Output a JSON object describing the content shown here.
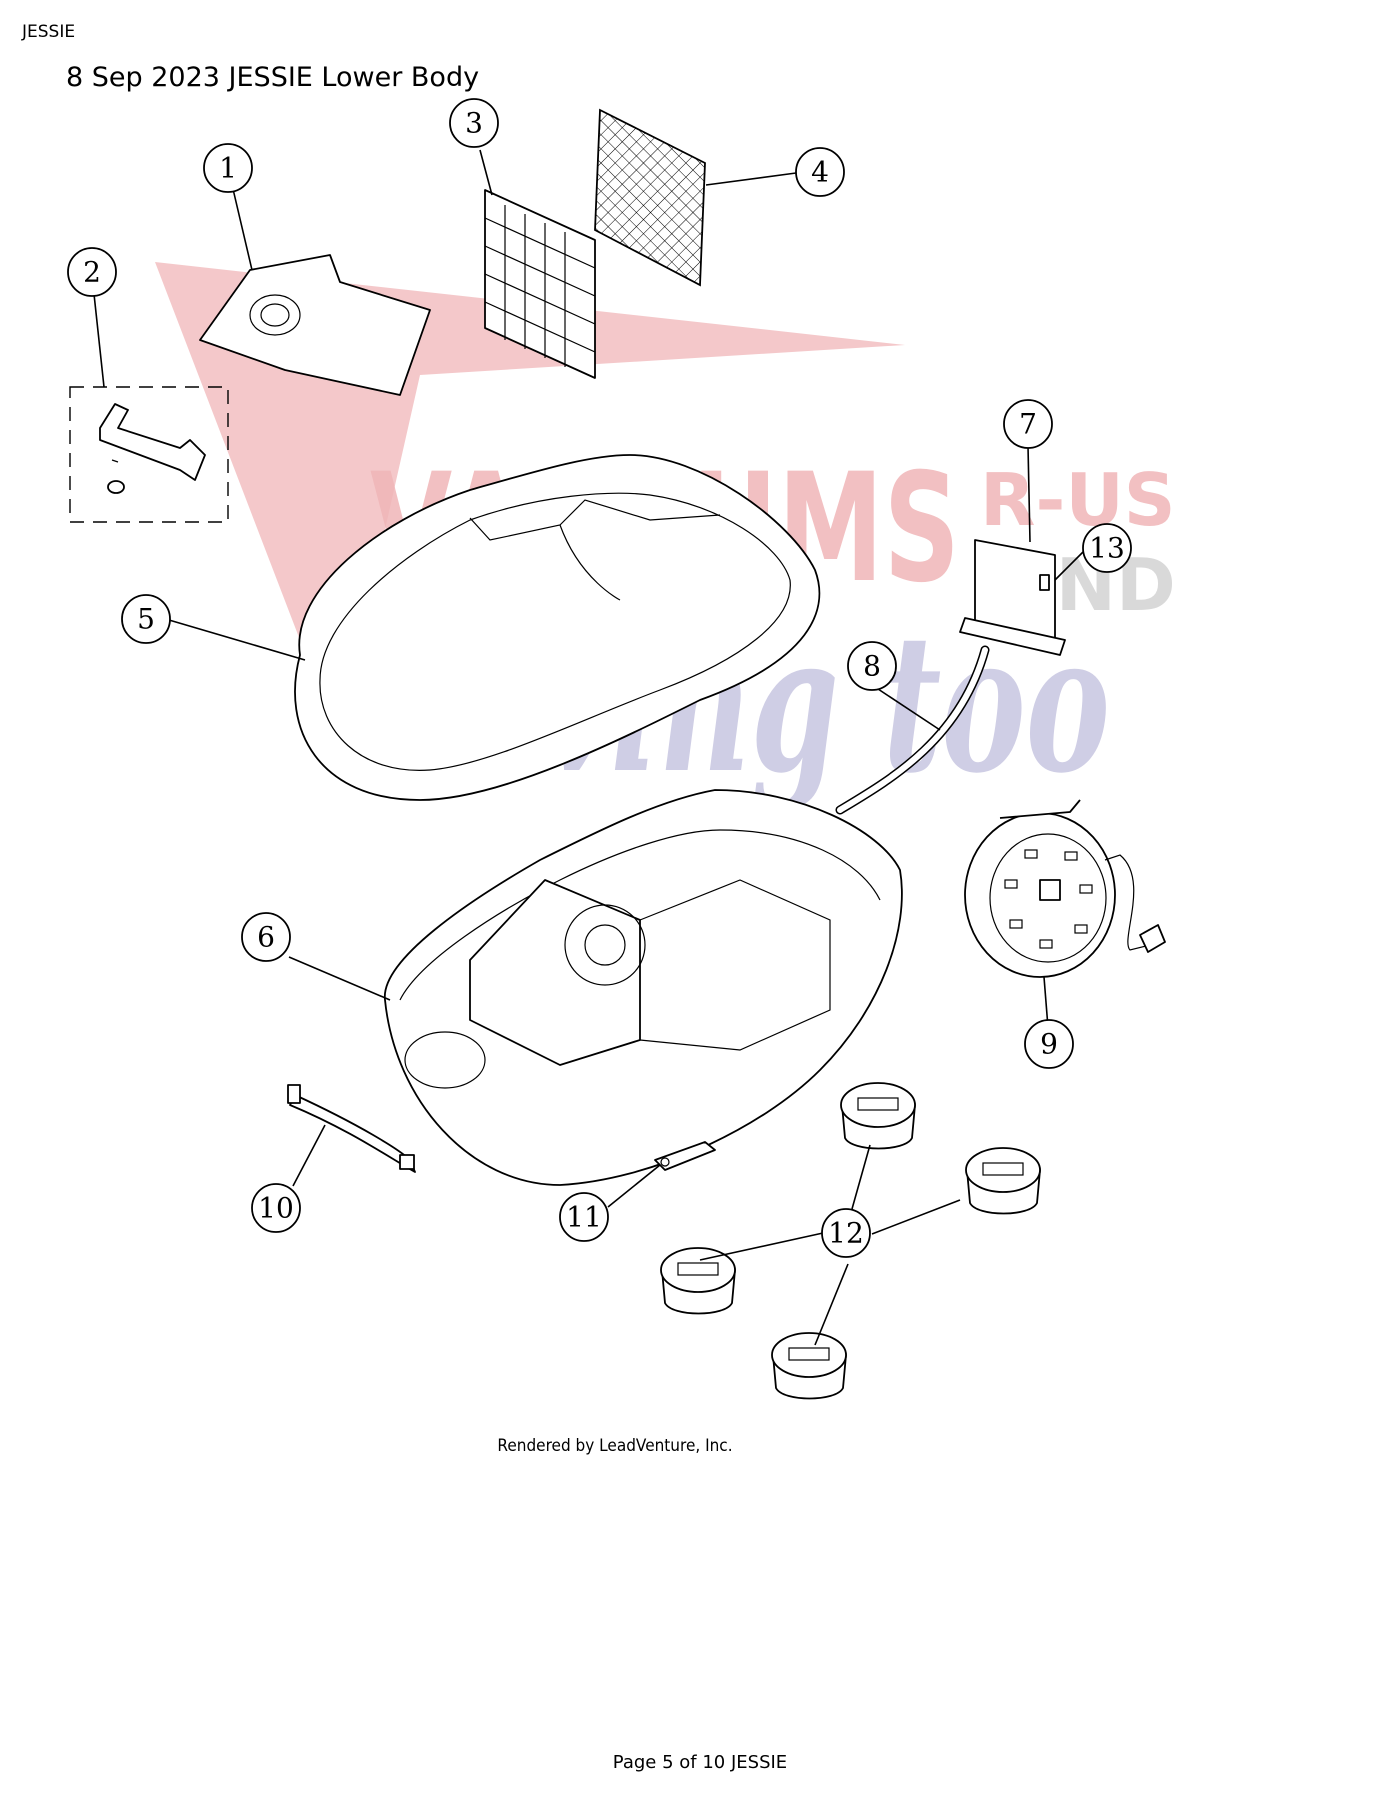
{
  "header": {
    "label": "JESSIE",
    "title": "8 Sep 2023 JESSIE Lower Body"
  },
  "watermark": {
    "line1": "VACUUMS",
    "line1_suffix": "R-US",
    "connector": "AND",
    "line2": "Sewing too"
  },
  "callouts": [
    "1",
    "2",
    "3",
    "4",
    "5",
    "6",
    "7",
    "8",
    "9",
    "10",
    "11",
    "12",
    "13"
  ],
  "credit": "Rendered by LeadVenture, Inc.",
  "footer": "Page 5 of 10 JESSIE",
  "colors": {
    "watermark_red": "#f0b6b8",
    "watermark_blue": "#c4c2df",
    "watermark_gray": "#d9d9d9"
  }
}
